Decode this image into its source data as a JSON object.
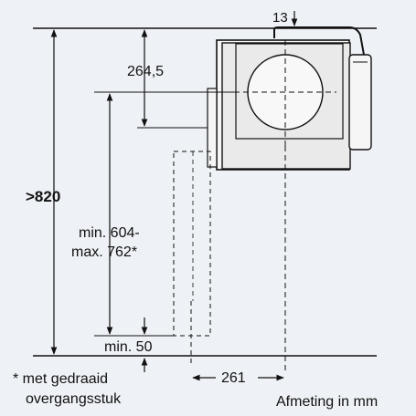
{
  "dimensions": {
    "top_gap": "13",
    "vertical_offset": "264,5",
    "total_height": ">820",
    "height_range_line1": "min. 604-",
    "height_range_line2": "max. 762*",
    "bottom_min": "min. 50",
    "horizontal_offset": "261"
  },
  "footnote": {
    "line1": "* met gedraaid",
    "line2": "overgangsstuk"
  },
  "unit_note": "Afmeting in mm",
  "colors": {
    "background": "#eef1f5",
    "line": "#111111",
    "unit_fill": "#f6f6f6",
    "unit_face": "#eaeaea"
  }
}
